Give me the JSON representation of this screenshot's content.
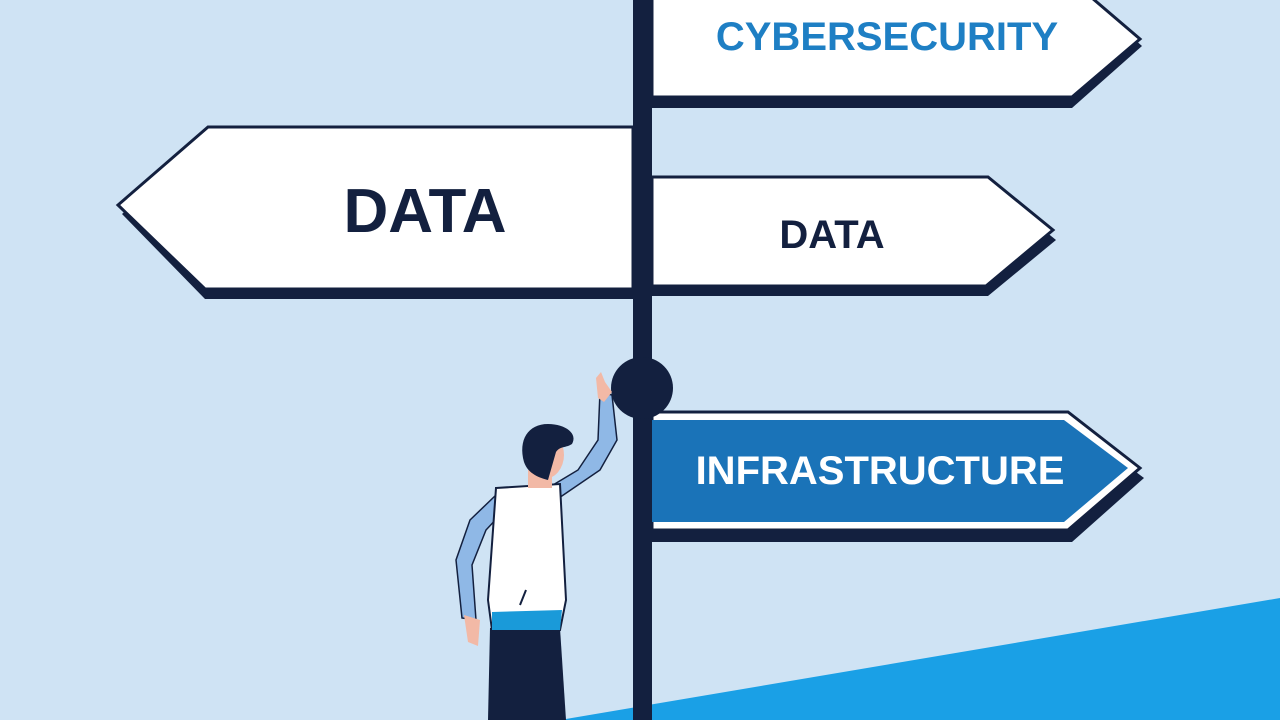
{
  "signs": {
    "top_right": {
      "label": "CYBERSECURITY",
      "text_color": "#1e7fc4",
      "fill": "#ffffff"
    },
    "left": {
      "label": "DATA",
      "text_color": "#13203f",
      "fill": "#ffffff"
    },
    "middle_right": {
      "label": "DATA",
      "text_color": "#13203f",
      "fill": "#ffffff"
    },
    "bottom_right": {
      "label": "INFRASTRUCTURE",
      "text_color": "#ffffff",
      "fill": "#1a73b8"
    }
  },
  "colors": {
    "background": "#cfe3f4",
    "outline": "#13203f",
    "ground": "#1aa0e6",
    "shirt": "#8fb8e6",
    "vest": "#ffffff",
    "pants": "#13203f",
    "skin": "#f2b9a6",
    "hair": "#13203f"
  }
}
